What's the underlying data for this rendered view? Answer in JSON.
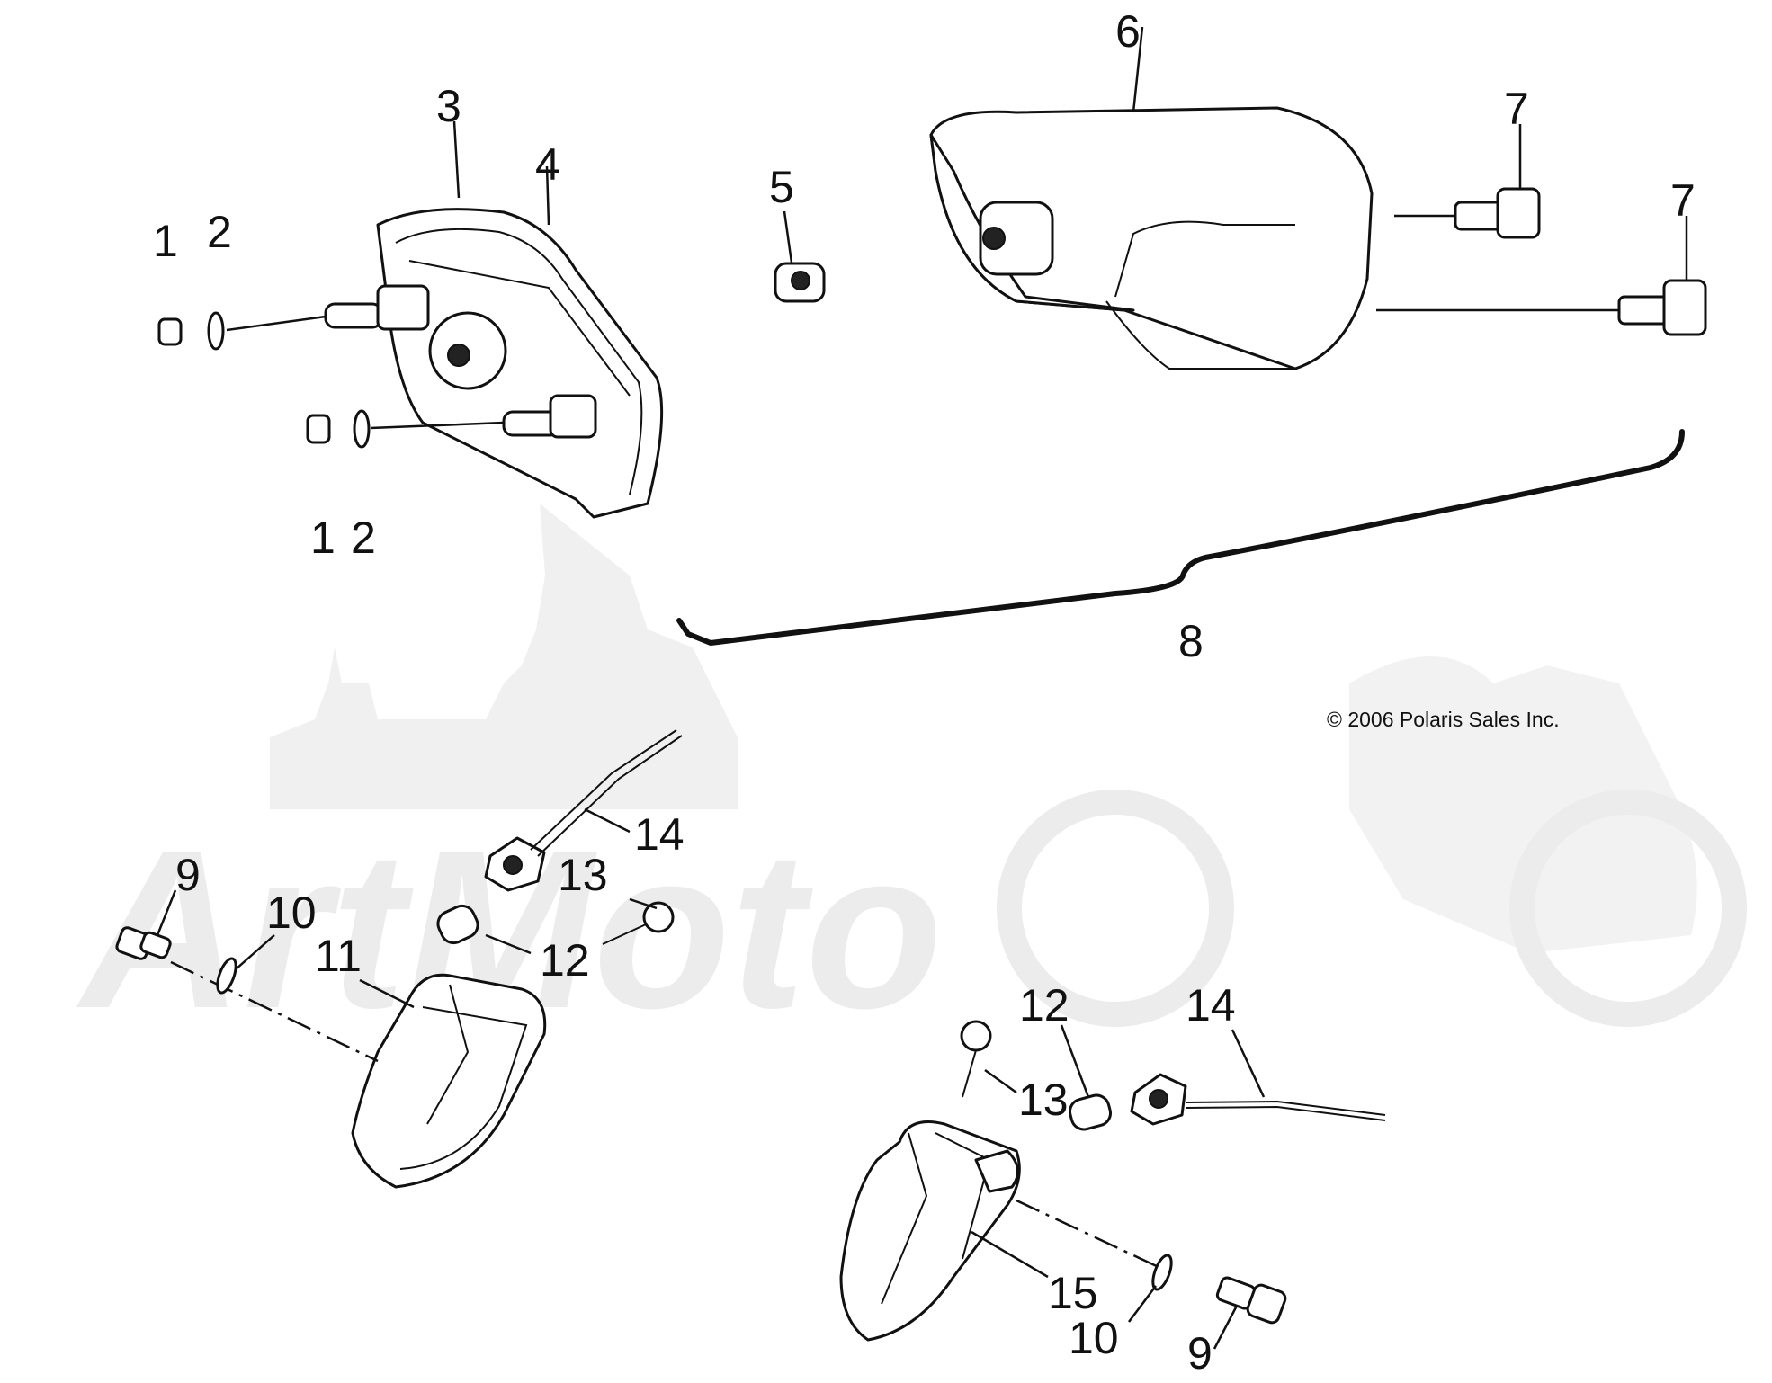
{
  "watermark": {
    "text": "ArtMoto"
  },
  "copyright": "© 2006 Polaris Sales Inc.",
  "callouts": {
    "c1a": "1",
    "c2a": "2",
    "c1b": "1",
    "c2b": "2",
    "c3": "3",
    "c4": "4",
    "c5": "5",
    "c6": "6",
    "c7a": "7",
    "c7b": "7",
    "c8": "8",
    "c9a": "9",
    "c10a": "10",
    "c11": "11",
    "c12a": "12",
    "c13a": "13",
    "c14a": "14",
    "c12b": "12",
    "c13b": "13",
    "c14b": "14",
    "c15": "15",
    "c10b": "10",
    "c9b": "9"
  }
}
